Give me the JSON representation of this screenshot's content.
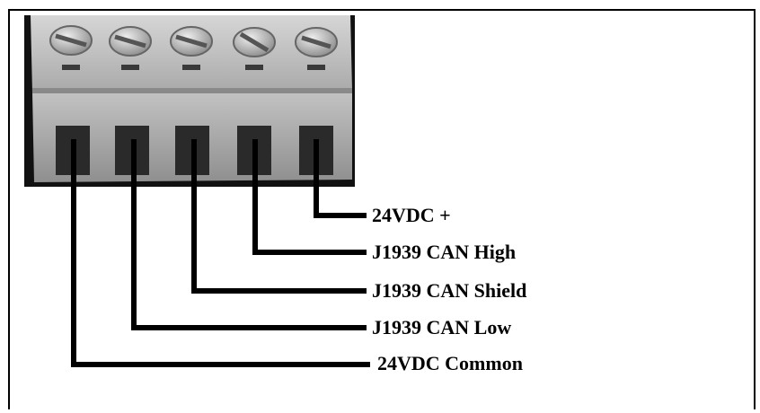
{
  "labels": {
    "pin5": "24VDC +",
    "pin4": "J1939 CAN High",
    "pin3": "J1939 CAN Shield",
    "pin2": "J1939 CAN Low",
    "pin1": "24VDC Common"
  },
  "colors": {
    "connector_body": "#bdbdbd",
    "wire": "#000000",
    "photo_background": "#111111"
  }
}
